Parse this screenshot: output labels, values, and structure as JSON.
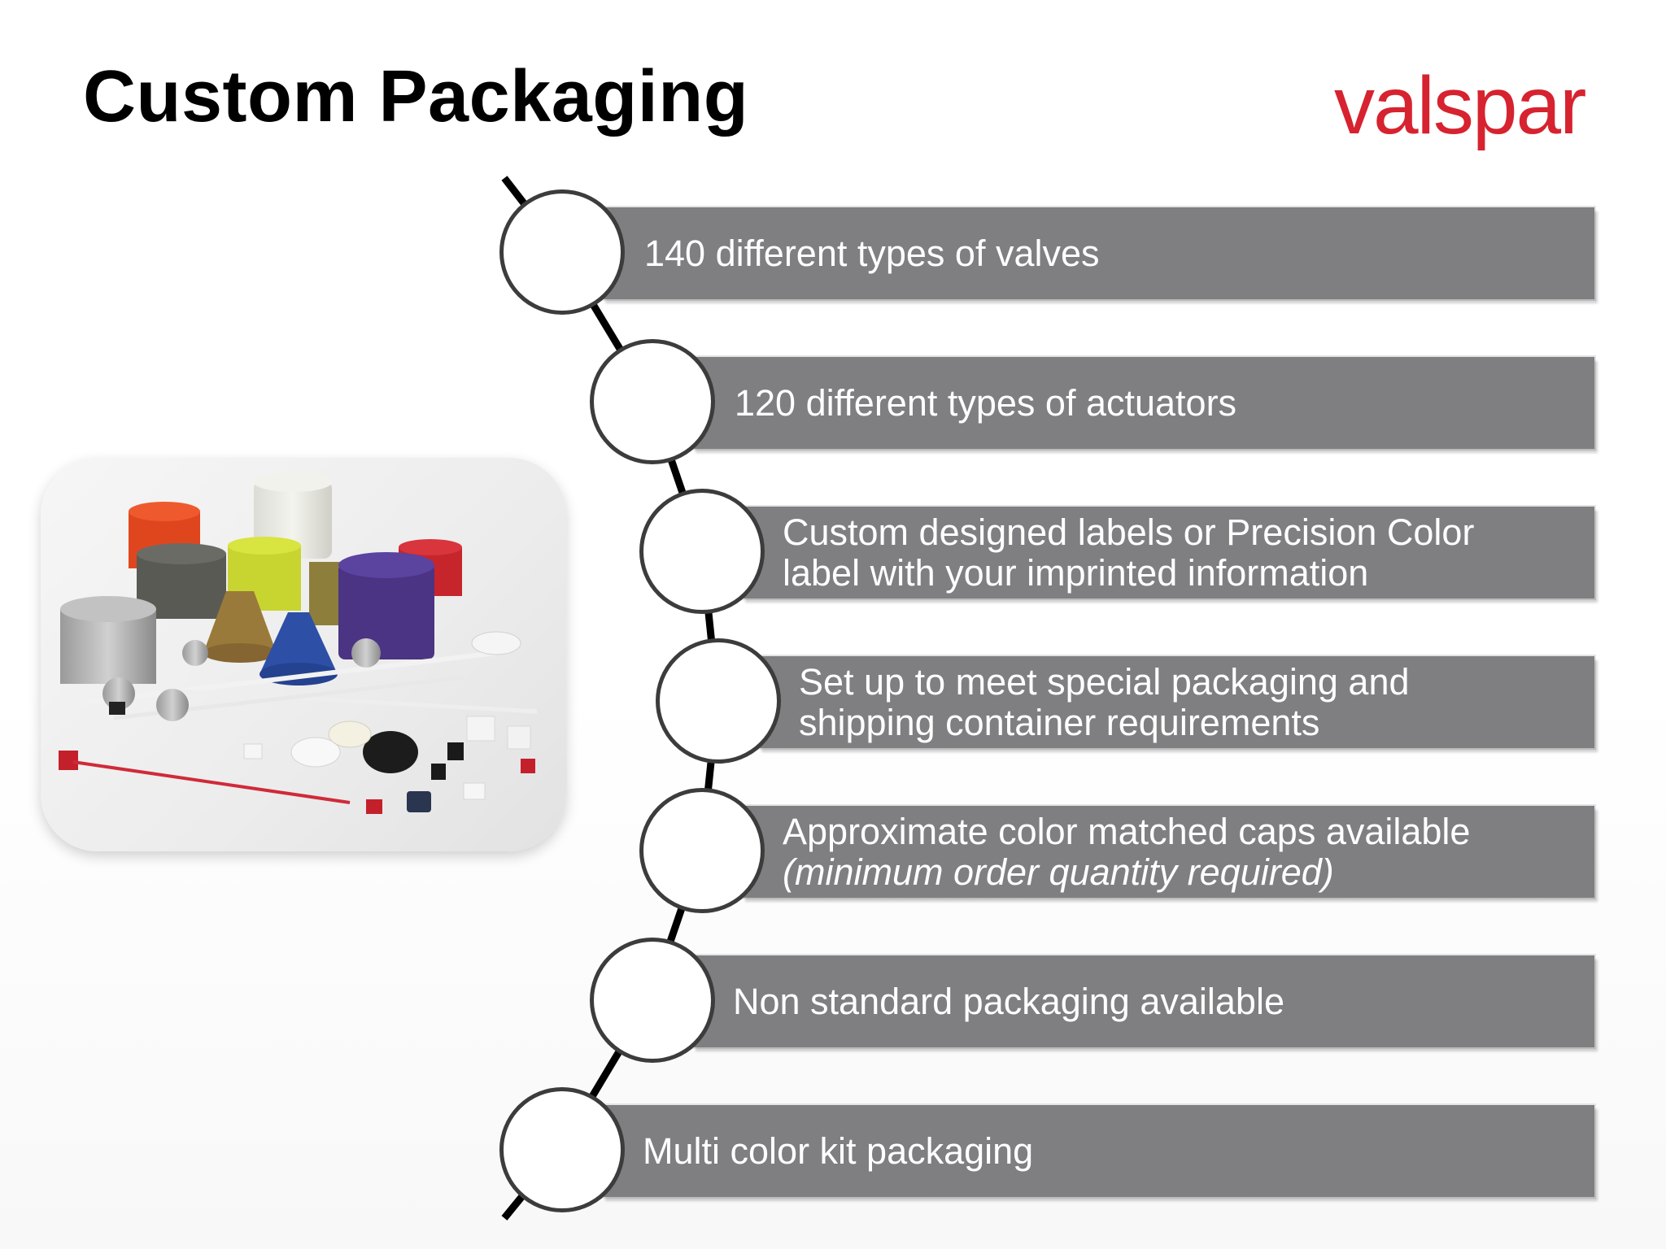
{
  "slide": {
    "title": "Custom Packaging",
    "logo_text": "valspar",
    "brand_color": "#d6232f",
    "bar_color": "#7f7e80"
  },
  "photo": {
    "label": "product-photo-caps-valves-actuators"
  },
  "timeline": {
    "items": [
      {
        "text": "140 different types of valves",
        "subtext": ""
      },
      {
        "text": "120 different types of actuators",
        "subtext": ""
      },
      {
        "text": "Custom designed labels or Precision Color",
        "subtext": "label with your imprinted information"
      },
      {
        "text": "Set up to meet special packaging and",
        "subtext": "shipping container requirements"
      },
      {
        "text": "Approximate color matched caps available",
        "subtext": "(minimum order quantity required)"
      },
      {
        "text": "Non standard packaging available",
        "subtext": ""
      },
      {
        "text": "Multi color kit packaging",
        "subtext": ""
      }
    ]
  }
}
